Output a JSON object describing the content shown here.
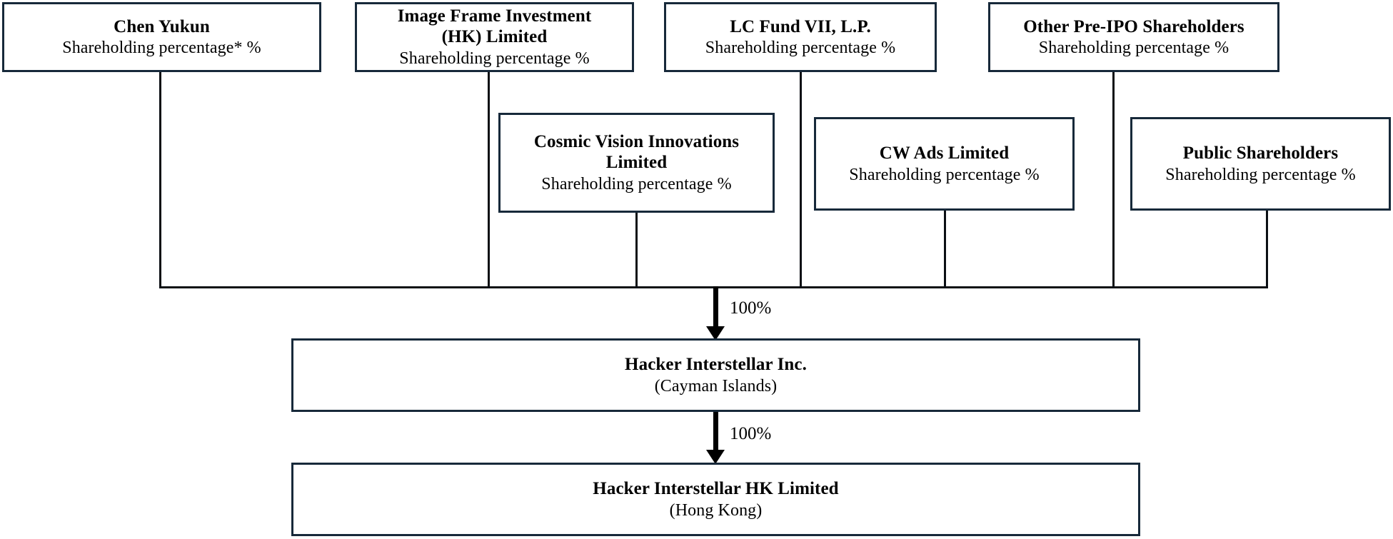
{
  "diagram": {
    "title": "Shareholding structure chart",
    "colors": {
      "box_border": "#17293a",
      "connector": "#0b0f14",
      "arrow": "#000000",
      "background": "#ffffff",
      "text": "#000000"
    },
    "shareholding_label": "Shareholding percentage  %",
    "top_row": [
      {
        "name": "Chen Yukun",
        "sub": "Shareholding percentage*  %"
      },
      {
        "name": "Image Frame Investment\n(HK) Limited",
        "sub": "Shareholding percentage  %"
      },
      {
        "name": "LC Fund VII, L.P.",
        "sub": "Shareholding percentage  %"
      },
      {
        "name": "Other Pre-IPO Shareholders",
        "sub": "Shareholding percentage  %"
      }
    ],
    "second_row": [
      {
        "name": "Cosmic Vision Innovations\nLimited",
        "sub": "Shareholding percentage  %"
      },
      {
        "name": "CW Ads Limited",
        "sub": "Shareholding percentage  %"
      },
      {
        "name": "Public Shareholders",
        "sub": "Shareholding percentage  %"
      }
    ],
    "entities": [
      {
        "name": "Hacker Interstellar Inc.",
        "sub": "(Cayman Islands)"
      },
      {
        "name": "Hacker Interstellar HK Limited",
        "sub": "(Hong Kong)"
      }
    ],
    "arrows": [
      {
        "label": "100%",
        "from": "shareholders-bus",
        "to": "Hacker Interstellar Inc."
      },
      {
        "label": "100%",
        "from": "Hacker Interstellar Inc.",
        "to": "Hacker Interstellar HK Limited"
      }
    ]
  }
}
